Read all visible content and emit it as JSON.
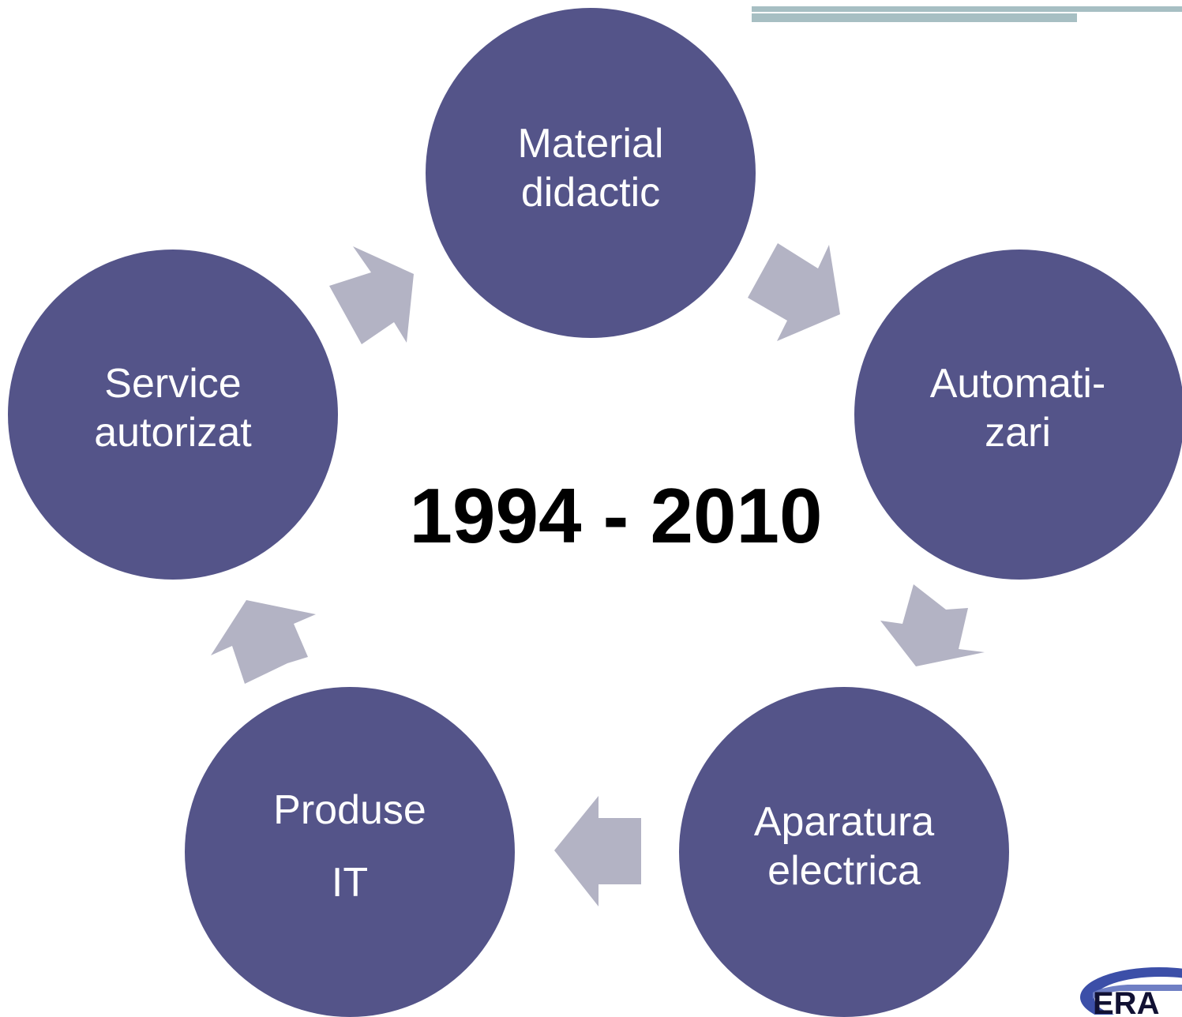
{
  "center_title": "1994 - 2010",
  "nodes": {
    "material": {
      "line1": "Material",
      "line2": "didactic"
    },
    "automatizari": {
      "line1": "Automati-",
      "line2": "zari"
    },
    "aparatura": {
      "line1": "Aparatura",
      "line2": "electrica"
    },
    "produse": {
      "line1": "Produse",
      "line2": "IT"
    },
    "service": {
      "line1": "Service",
      "line2": "autorizat"
    }
  },
  "logo": {
    "text": "ERA"
  },
  "colors": {
    "node_fill": "#545489",
    "arrow_fill": "#b3b3c4",
    "accent_bar": "#a7bfc3",
    "title": "#000000"
  }
}
